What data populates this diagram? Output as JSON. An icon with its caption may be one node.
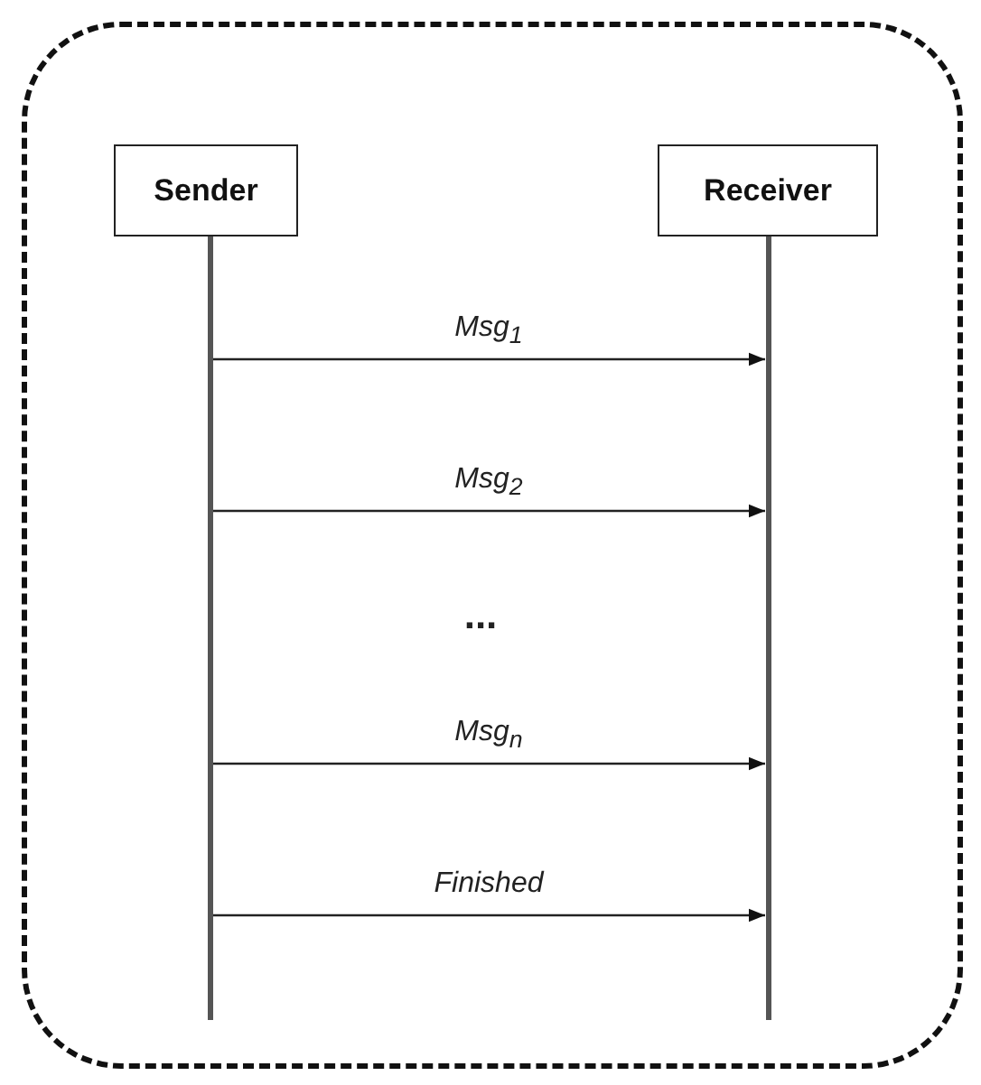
{
  "diagram": {
    "nodes": [
      {
        "text": [],
        "shape": "box"
      },
      {
        "text": [
          "Sender"
        ],
        "in": 0
      },
      {
        "text": [
          "Receiver"
        ],
        "in": 0
      },
      {
        "text": [],
        "shape": "bar",
        "in": 0
      },
      {
        "text": [],
        "shape": "bar",
        "in": 0
      }
    ],
    "edges": [
      {
        "from": 3,
        "to": 4,
        "arrow": "to",
        "label": "Msg$_{1}$"
      },
      {
        "from": 3,
        "to": 4,
        "arrow": "to",
        "label": "Msg$_{2}$"
      },
      {
        "from": 3,
        "to": 4,
        "arrow": "to",
        "label": "Msg$_{n}$"
      },
      {
        "from": 3,
        "to": 4,
        "arrow": "to",
        "label": "Finished"
      }
    ],
    "labels": [
      "..."
    ]
  }
}
